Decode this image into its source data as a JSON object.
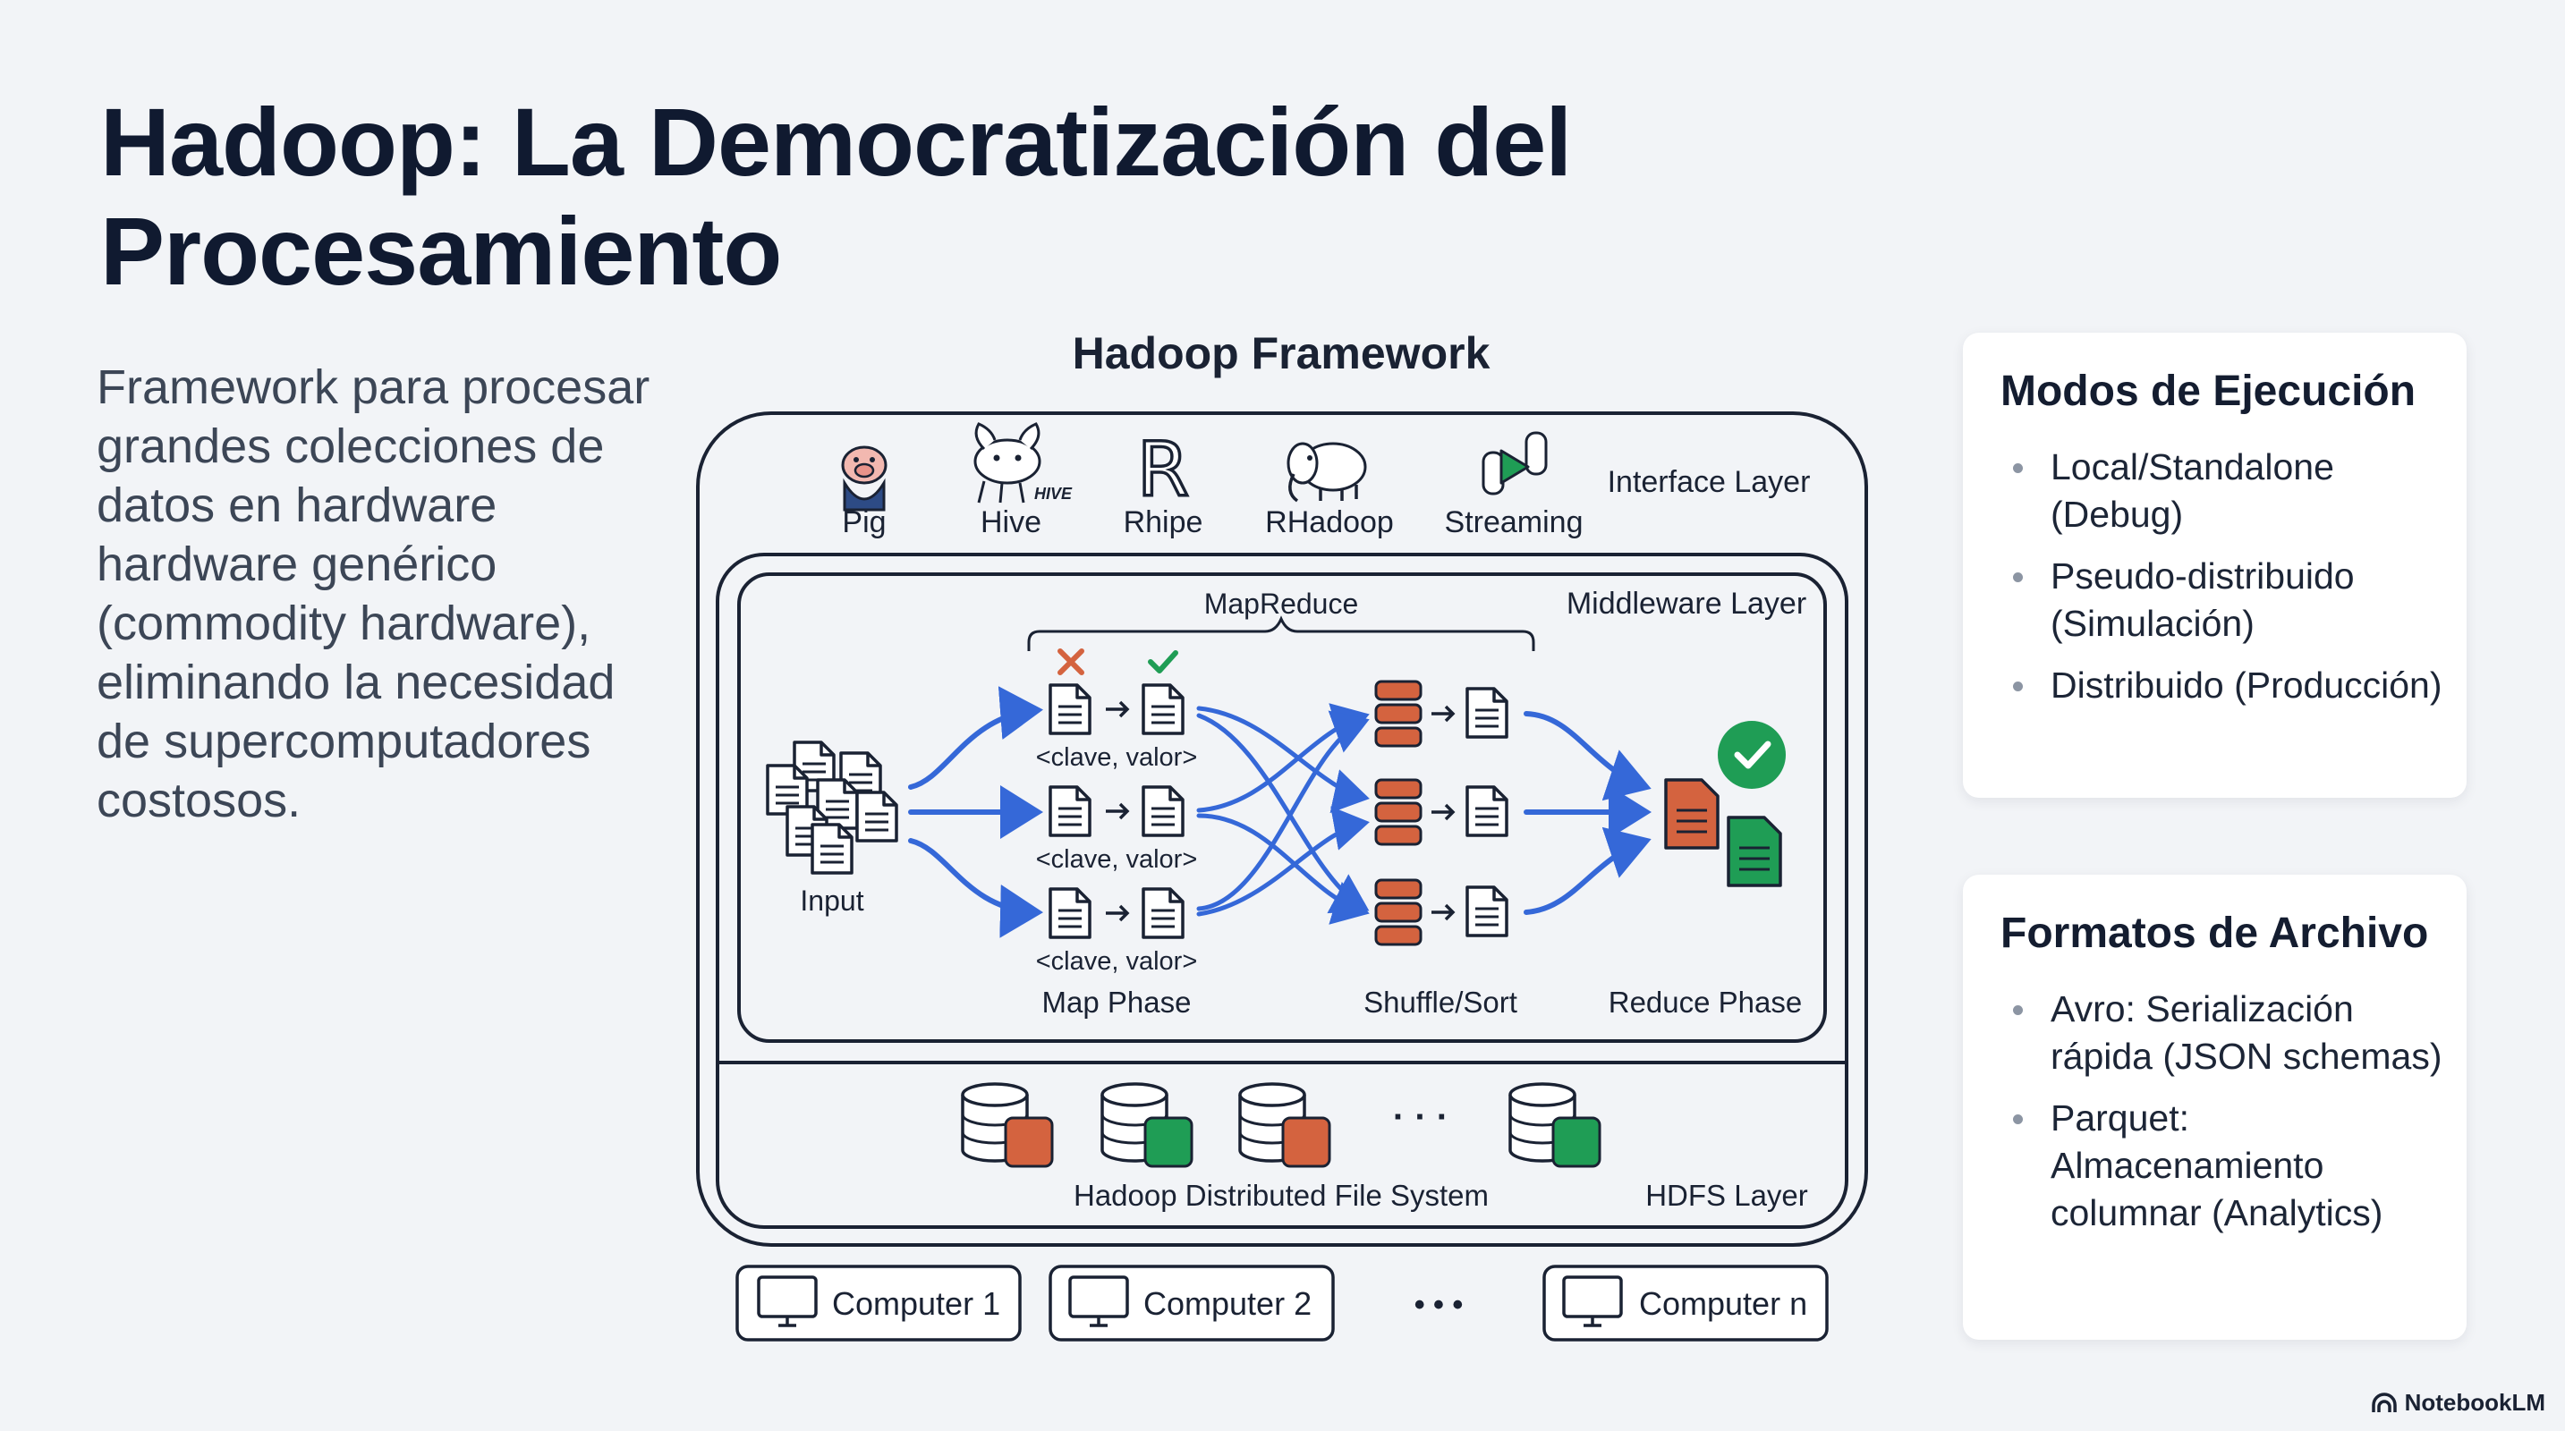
{
  "title": "Hadoop: La Democratización del Procesamiento",
  "description": "Framework para procesar grandes colecciones de datos en hardware hardware genérico (commodity hardware), eliminando la necesidad de supercomputadores costosos.",
  "diagram": {
    "title": "Hadoop Framework",
    "interface_layer": {
      "label": "Interface Layer",
      "tools": [
        {
          "name": "Pig",
          "icon": "pig-icon"
        },
        {
          "name": "Hive",
          "icon": "hive-icon"
        },
        {
          "name": "Rhipe",
          "icon": "r-icon"
        },
        {
          "name": "RHadoop",
          "icon": "elephant-icon"
        },
        {
          "name": "Streaming",
          "icon": "streaming-icon"
        }
      ]
    },
    "middleware_layer": {
      "label": "Middleware Layer",
      "mapreduce_label": "MapReduce",
      "input_label": "Input",
      "kv_label": "<clave, valor>",
      "map_phase": "Map Phase",
      "shuffle_sort": "Shuffle/Sort",
      "reduce_phase": "Reduce Phase"
    },
    "hdfs_layer": {
      "label": "HDFS Layer",
      "system_label": "Hadoop Distributed File System",
      "ellipsis": "· · ·"
    },
    "computers": [
      "Computer 1",
      "Computer 2",
      "Computer n"
    ],
    "computers_ellipsis": "• • •",
    "colors": {
      "blue": "#3568d8",
      "red": "#d4633f",
      "green": "#1f9d55",
      "stroke": "#1a2233"
    }
  },
  "modes_card": {
    "title": "Modos de Ejecución",
    "items": [
      "Local/Standalone (Debug)",
      "Pseudo-distribuido (Simulación)",
      "Distribuido (Producción)"
    ]
  },
  "formats_card": {
    "title": "Formatos de Archivo",
    "items": [
      "Avro: Serialización rápida (JSON schemas)",
      "Parquet: Almacenamiento columnar (Analytics)"
    ]
  },
  "credit": "NotebookLM"
}
